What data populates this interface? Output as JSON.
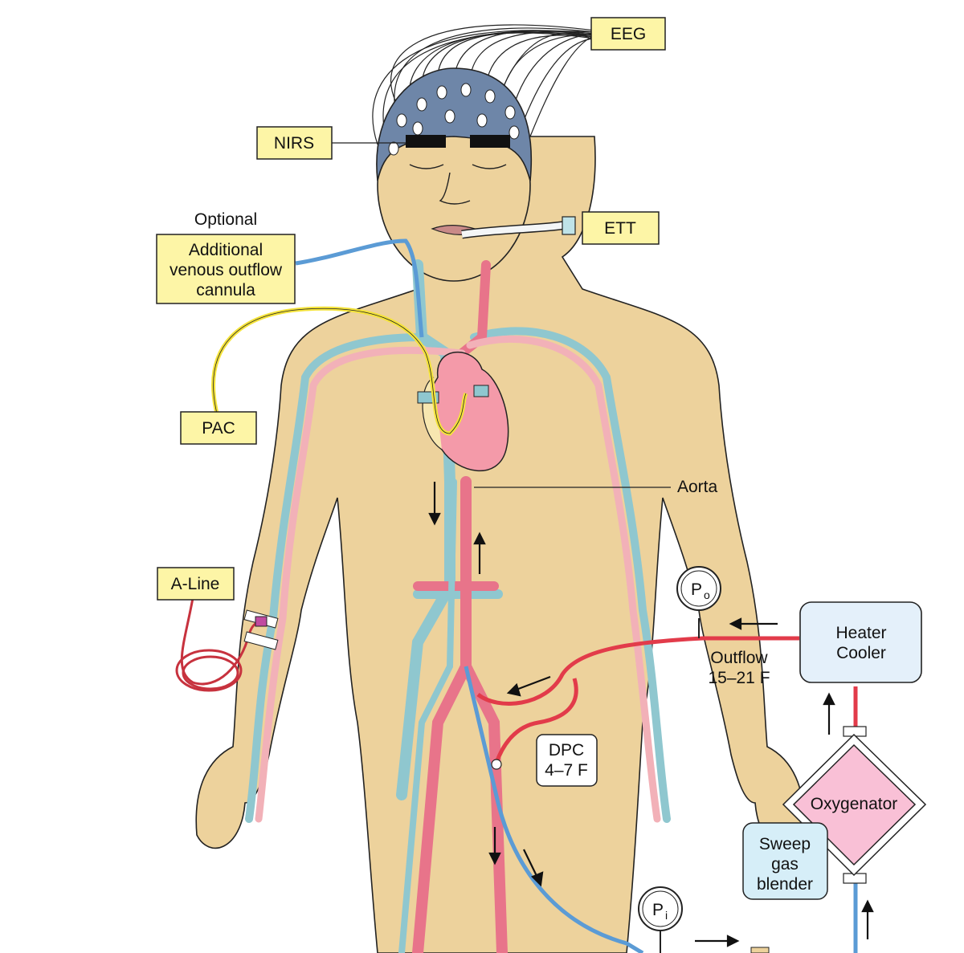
{
  "labels": {
    "eeg": "EEG",
    "nirs": "NIRS",
    "ett": "ETT",
    "optional": "Optional",
    "venous_cannula_line1": "Additional",
    "venous_cannula_line2": "venous outflow",
    "venous_cannula_line3": "cannula",
    "pac": "PAC",
    "aorta": "Aorta",
    "aline": "A-Line",
    "p_o_main": "P",
    "p_o_sub": "o",
    "p_i_main": "P",
    "p_i_sub": "i",
    "heater_line1": "Heater",
    "heater_line2": "Cooler",
    "outflow_line1": "Outflow",
    "outflow_line2": "15–21 F",
    "dpc_line1": "DPC",
    "dpc_line2": "4–7 F",
    "oxygenator": "Oxygenator",
    "sweep_line1": "Sweep",
    "sweep_line2": "gas",
    "sweep_line3": "blender"
  },
  "colors": {
    "skin": "#edd29c",
    "cap": "#6e86a8",
    "artery": "#e8748a",
    "artery_light": "#f2b1b8",
    "vein": "#8fc7cf",
    "venous_line": "#5b9bd5",
    "arterial_line": "#e23b4a",
    "pac_line": "#f4e33a",
    "heart": "#f49aa9",
    "label_box": "#fdf5a6",
    "heater_box": "#e4f0fa",
    "oxygenator": "#f9c0d6",
    "sweep_box": "#d6eef8"
  }
}
